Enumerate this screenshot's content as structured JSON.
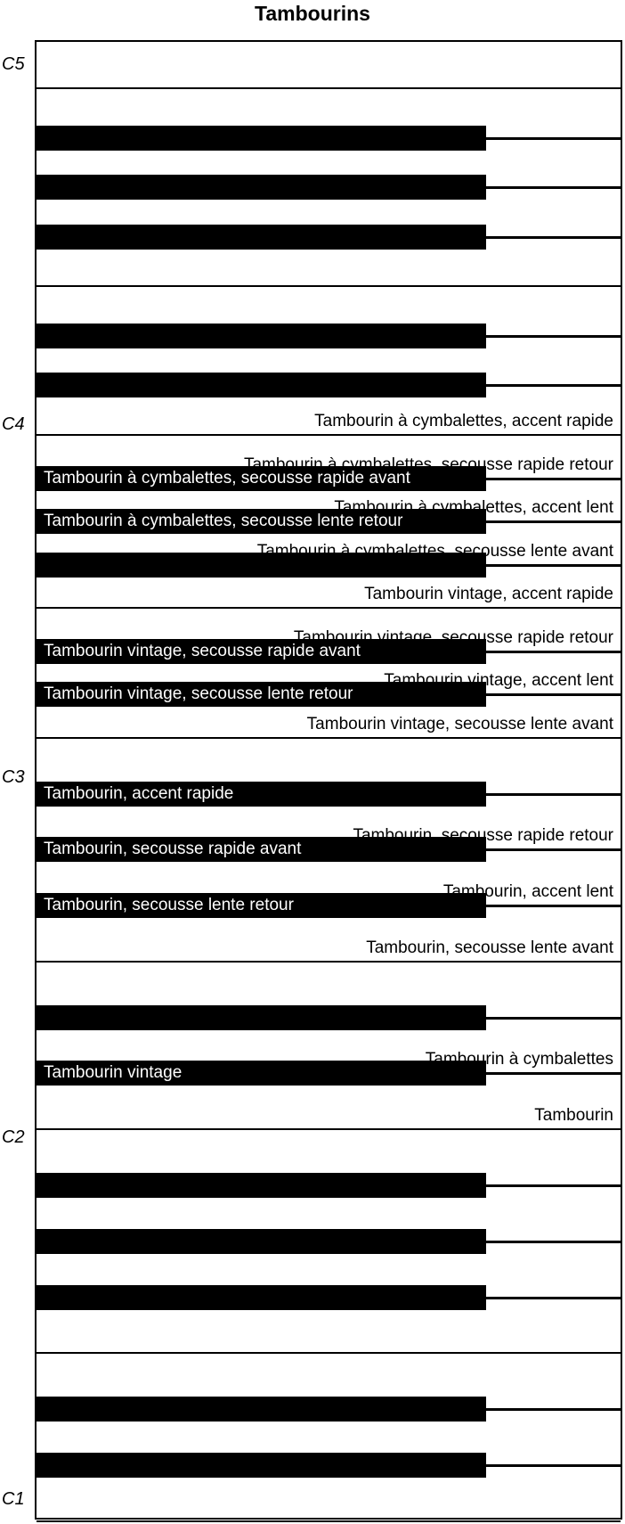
{
  "title": "Tambourins",
  "octaves": [
    {
      "name": "C5"
    },
    {
      "name": "C4"
    },
    {
      "name": "C3"
    },
    {
      "name": "C2"
    },
    {
      "name": "C1"
    }
  ],
  "white_keys": [
    {
      "label": ""
    },
    {
      "label": ""
    },
    {
      "label": ""
    },
    {
      "label": ""
    },
    {
      "label": ""
    },
    {
      "label": ""
    },
    {
      "label": ""
    },
    {
      "label": "Tambourin à cymbalettes, accent rapide"
    },
    {
      "label": "Tambourin à cymbalettes, secousse rapide retour"
    },
    {
      "label": "Tambourin à cymbalettes, accent lent"
    },
    {
      "label": "Tambourin à cymbalettes, secousse lente avant"
    },
    {
      "label": "Tambourin vintage, accent rapide"
    },
    {
      "label": "Tambourin vintage, secousse rapide retour"
    },
    {
      "label": "Tambourin vintage, accent lent"
    },
    {
      "label": "Tambourin vintage, secousse lente avant"
    },
    {
      "label": ""
    },
    {
      "label": "Tambourin, secousse rapide retour"
    },
    {
      "label": "Tambourin, accent lent"
    },
    {
      "label": "Tambourin, secousse lente avant"
    },
    {
      "label": ""
    },
    {
      "label": "Tambourin à cymbalettes"
    },
    {
      "label": "Tambourin"
    },
    {
      "label": ""
    },
    {
      "label": ""
    },
    {
      "label": ""
    },
    {
      "label": ""
    },
    {
      "label": ""
    },
    {
      "label": ""
    },
    {
      "label": ""
    }
  ],
  "black_keys": [
    {
      "label": ""
    },
    {
      "label": ""
    },
    {
      "label": ""
    },
    {
      "label": ""
    },
    {
      "label": ""
    },
    {
      "label": "Tambourin à cymbalettes, secousse rapide avant"
    },
    {
      "label": "Tambourin à cymbalettes, secousse lente retour"
    },
    {
      "label": ""
    },
    {
      "label": "Tambourin vintage, secousse rapide avant"
    },
    {
      "label": "Tambourin vintage, secousse lente retour"
    },
    {
      "label": "Tambourin, accent rapide"
    },
    {
      "label": "Tambourin, secousse rapide avant"
    },
    {
      "label": "Tambourin, secousse lente retour"
    },
    {
      "label": ""
    },
    {
      "label": "Tambourin vintage"
    },
    {
      "label": ""
    },
    {
      "label": ""
    },
    {
      "label": ""
    },
    {
      "label": ""
    },
    {
      "label": ""
    }
  ]
}
